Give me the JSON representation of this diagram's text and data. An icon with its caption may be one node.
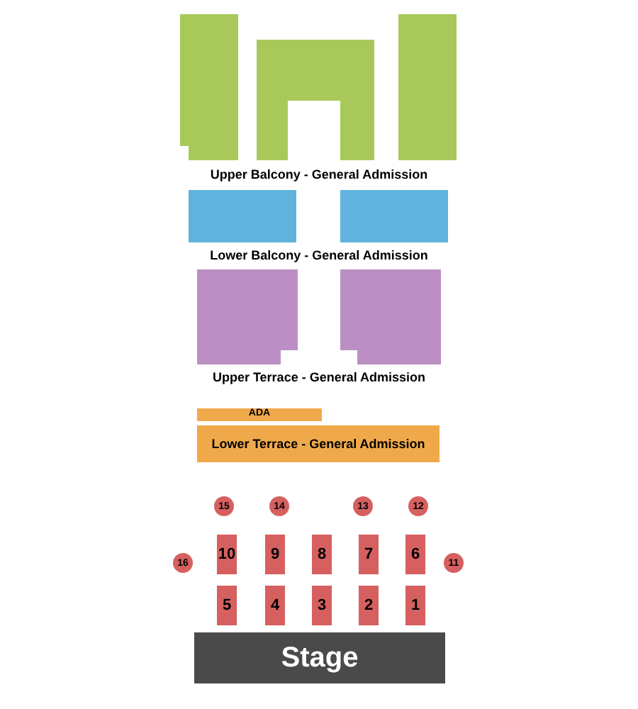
{
  "diagram": {
    "nodes": [
      {
        "text": [],
        "shape": "box"
      },
      {
        "text": [],
        "shape": "box"
      },
      {
        "text": [],
        "shape": "box"
      },
      {
        "text": [],
        "shape": "box"
      },
      {
        "text": [],
        "shape": "box"
      },
      {
        "text": [],
        "shape": "box"
      },
      {
        "text": [],
        "shape": "box"
      },
      {
        "text": [
          "ADA"
        ]
      },
      {
        "text": [
          "Lower Terrace - General Admission"
        ]
      },
      {
        "text": [
          "15"
        ]
      },
      {
        "text": [
          "14"
        ]
      },
      {
        "text": [
          "13"
        ]
      },
      {
        "text": [
          "12"
        ]
      },
      {
        "text": [
          "16"
        ]
      },
      {
        "text": [
          "10"
        ]
      },
      {
        "text": [
          "9"
        ]
      },
      {
        "text": [
          "8"
        ]
      },
      {
        "text": [
          "7"
        ]
      },
      {
        "text": [
          "6"
        ]
      },
      {
        "text": [
          "11"
        ]
      },
      {
        "text": [
          "5"
        ]
      },
      {
        "text": [
          "4"
        ]
      },
      {
        "text": [
          "3"
        ]
      },
      {
        "text": [
          "2"
        ]
      },
      {
        "text": [
          "1"
        ]
      },
      {
        "text": [
          "Stage"
        ]
      }
    ],
    "labels": [
      "Upper Balcony - General Admission",
      "Lower Balcony - General Admission",
      "Upper Terrace - General Admission"
    ]
  }
}
